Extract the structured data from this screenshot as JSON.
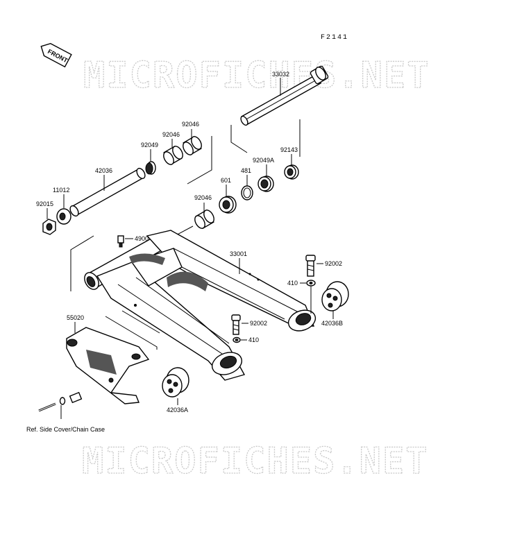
{
  "figure_code": "F2141",
  "front_tag": "FRONT",
  "watermark": "MICROFICHES.NET",
  "note": "Ref. Side Cover/Chain Case",
  "labels": {
    "p33032": "33032",
    "p92143": "92143",
    "p92049A": "92049A",
    "p481": "481",
    "p601": "601",
    "p92046_top": "92046",
    "p92046_mid": "92046",
    "p92046_low": "92046",
    "p92049": "92049",
    "p42036": "42036",
    "p11012": "11012",
    "p92015": "92015",
    "p49001": "49001",
    "p33001": "33001",
    "p92002_right": "92002",
    "p410_right": "410",
    "p42036B": "42036B",
    "p92002_low": "92002",
    "p410_low": "410",
    "p55020": "55020",
    "p42036A": "42036A"
  }
}
